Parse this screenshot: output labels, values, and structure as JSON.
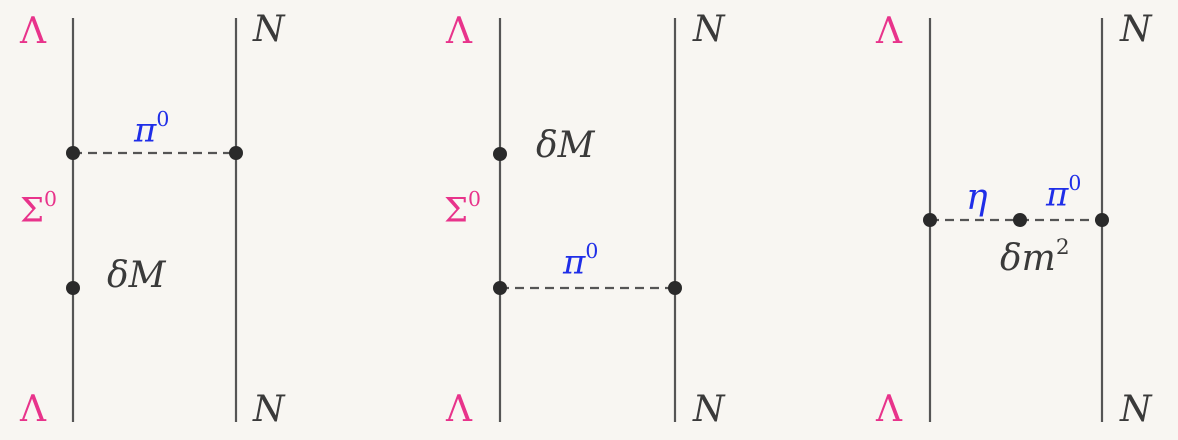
{
  "colors": {
    "baryon_label": "#e8338b",
    "meson_label": "#1f2ee8",
    "text": "#3a3a3a",
    "line": "#555555"
  },
  "diagrams": [
    {
      "top_left": "Λ",
      "top_right": "N",
      "bottom_left": "Λ",
      "bottom_right": "N",
      "intermediate_base": "Σ",
      "intermediate_sup": "0",
      "pion_base": "π",
      "pion_sup": "0",
      "insertion": "δM"
    },
    {
      "top_left": "Λ",
      "top_right": "N",
      "bottom_left": "Λ",
      "bottom_right": "N",
      "intermediate_base": "Σ",
      "intermediate_sup": "0",
      "pion_base": "π",
      "pion_sup": "0",
      "insertion": "δM"
    },
    {
      "top_left": "Λ",
      "top_right": "N",
      "bottom_left": "Λ",
      "bottom_right": "N",
      "eta": "η",
      "pion_base": "π",
      "pion_sup": "0",
      "insertion_base": "δm",
      "insertion_sup": "2"
    }
  ]
}
